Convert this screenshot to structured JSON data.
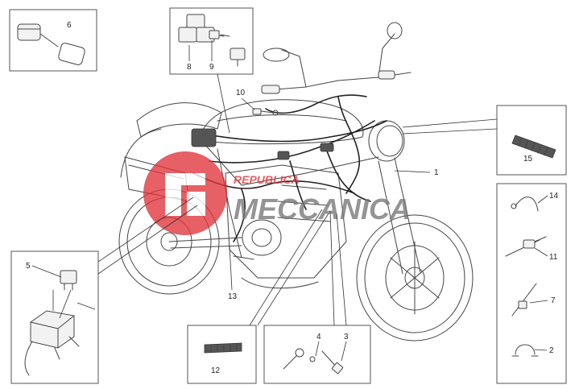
{
  "labels": {
    "l1": "1",
    "l2": "2",
    "l3": "3",
    "l4": "4",
    "l5": "5",
    "l6": "6",
    "l7": "7",
    "l8": "8",
    "l9": "9",
    "l10": "10",
    "l11": "11",
    "l12": "12",
    "l13": "13",
    "l14": "14",
    "l15": "15"
  },
  "watermark": {
    "line1": "REPUBLICA",
    "line2": "MECCANICA",
    "color": "#e1343a"
  }
}
